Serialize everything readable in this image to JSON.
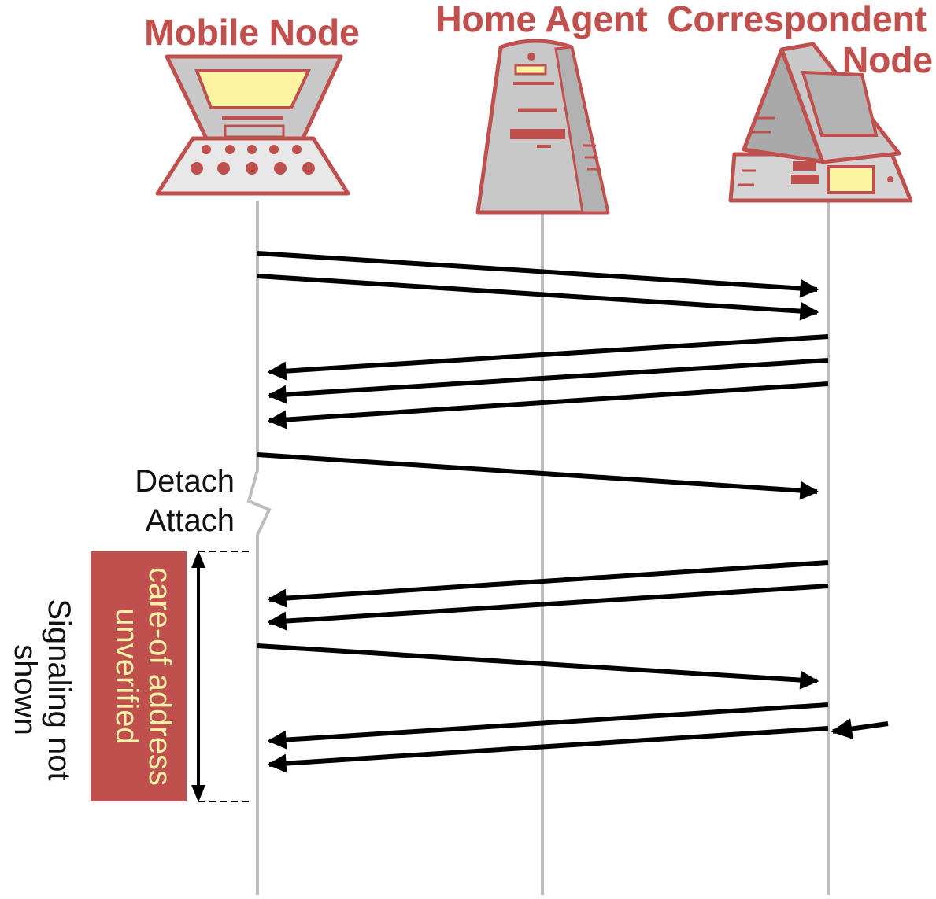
{
  "nodes": {
    "mobile": {
      "label": "Mobile Node",
      "icon": "laptop-icon"
    },
    "home_agent": {
      "label": "Home Agent",
      "icon": "server-tower-icon"
    },
    "correspondent": {
      "label_line1": "Correspondent",
      "label_line2": "Node",
      "icon": "desktop-computer-icon"
    }
  },
  "annotations": {
    "detach": "Detach",
    "attach": "Attach",
    "careof_line1": "care-of address",
    "careof_line2": "unverified",
    "signaling_line1": "Signaling not",
    "signaling_line2": "shown"
  },
  "colors": {
    "accent_red": "#c0504d",
    "icon_fill": "#c8c8c8",
    "screen_yellow": "#fdf3a0",
    "lifeline": "#bdbdbd",
    "arrow": "#000000",
    "box_text": "#f6f0a8"
  },
  "messages": [
    {
      "from": "mobile",
      "to": "correspondent"
    },
    {
      "from": "mobile",
      "to": "correspondent"
    },
    {
      "from": "correspondent",
      "to": "mobile"
    },
    {
      "from": "correspondent",
      "to": "mobile"
    },
    {
      "from": "correspondent",
      "to": "mobile"
    },
    {
      "from": "mobile",
      "to": "correspondent"
    },
    {
      "from": "correspondent",
      "to": "mobile"
    },
    {
      "from": "correspondent",
      "to": "mobile"
    },
    {
      "from": "mobile",
      "to": "correspondent"
    },
    {
      "from": "correspondent",
      "to": "mobile"
    },
    {
      "from": "correspondent",
      "to": "mobile"
    },
    {
      "from": "external",
      "to": "correspondent"
    }
  ]
}
